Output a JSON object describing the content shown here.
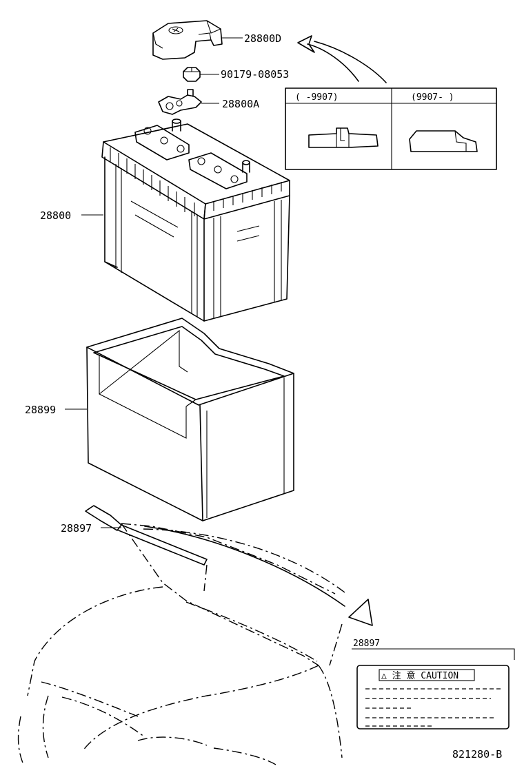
{
  "parts": {
    "terminal_cover": "28800D",
    "nut": "90179-08053",
    "terminal_clamp": "28800A",
    "battery": "28800",
    "battery_tray": "28899",
    "caution_plate": "28897",
    "caution_plate_detail": "28897"
  },
  "inset": {
    "col_left": "(     -9907)",
    "col_right": "(9907-      )"
  },
  "caution_label": {
    "title": "△ 注 意 CAUTION"
  },
  "diagram_id": "821280-B"
}
